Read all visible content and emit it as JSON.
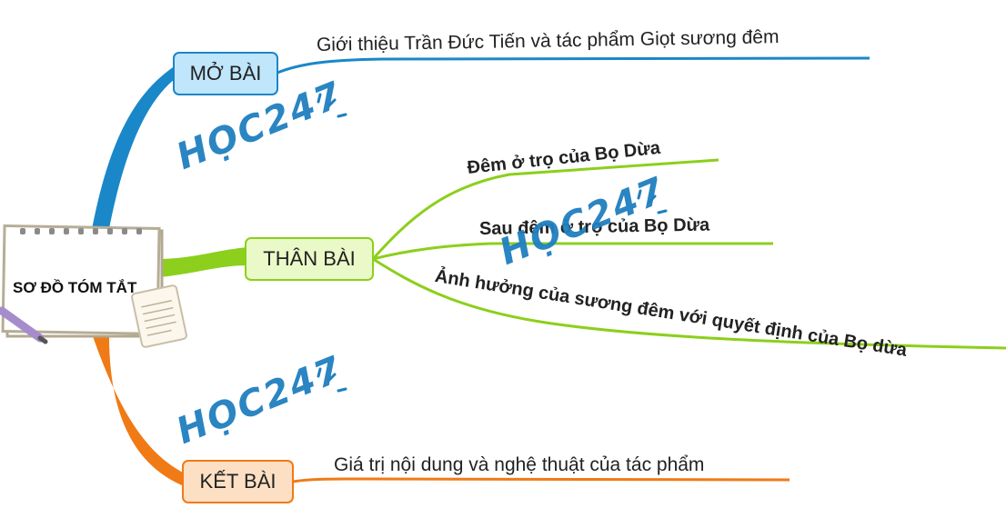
{
  "central": {
    "title": "SƠ ĐỒ TÓM TẮT"
  },
  "branches": {
    "intro": {
      "label": "MỞ BÀI",
      "items": [
        "Giới thiệu Trần Đức Tiến và tác phẩm Giọt sương đêm"
      ]
    },
    "body": {
      "label": "THÂN BÀI",
      "items": [
        "Đêm ở trọ của Bọ Dừa",
        "Sau đêm ở trọ của Bọ Dừa",
        "Ảnh hưởng của sương đêm với quyết định của Bọ dừa"
      ]
    },
    "conclusion": {
      "label": "KẾT BÀI",
      "items": [
        "Giá trị nội dung và nghệ thuật của tác phẩm"
      ]
    }
  },
  "watermark": {
    "text": "HỌC247"
  },
  "colors": {
    "intro": "#1a87c9",
    "body": "#8ccf1c",
    "conclusion": "#f07a16"
  }
}
